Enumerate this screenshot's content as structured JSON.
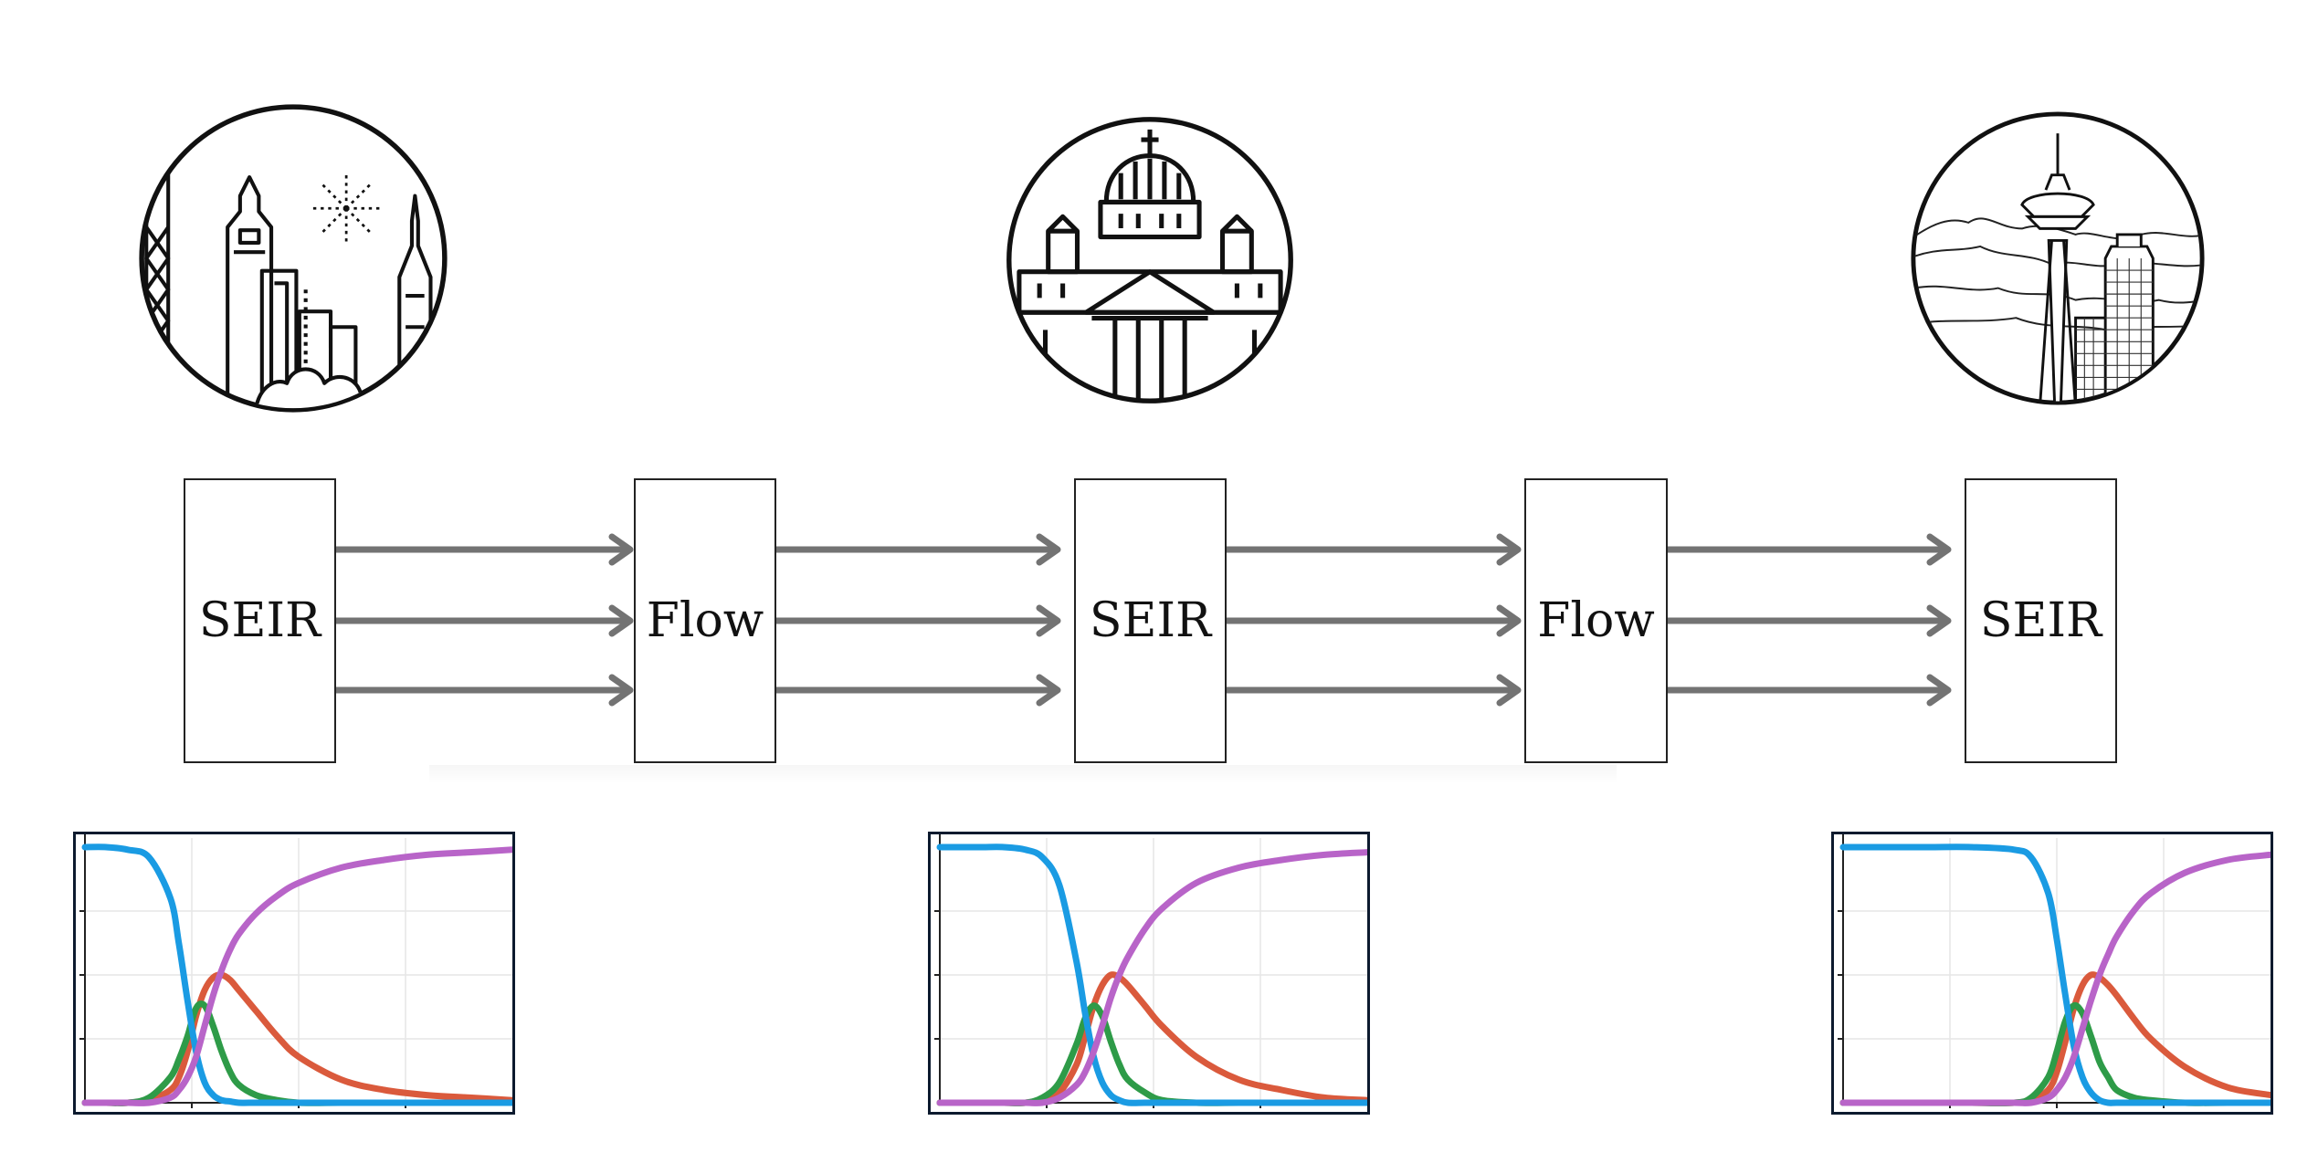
{
  "nodes": [
    {
      "id": "seir-1",
      "label": "SEIR"
    },
    {
      "id": "flow-1",
      "label": "Flow"
    },
    {
      "id": "seir-2",
      "label": "SEIR"
    },
    {
      "id": "flow-2",
      "label": "Flow"
    },
    {
      "id": "seir-3",
      "label": "SEIR"
    }
  ],
  "cities": [
    {
      "icon": "hong-kong-skyline-icon"
    },
    {
      "icon": "cathedral-dome-icon"
    },
    {
      "icon": "seattle-space-needle-icon"
    }
  ],
  "colors": {
    "arrow": "#737373",
    "plot_frame": "#0c1a2e",
    "susceptible": "#1a9be3",
    "exposed": "#2e9b48",
    "infected": "#da5a3c",
    "recovered": "#b864c8"
  },
  "chart_data": [
    {
      "type": "line",
      "x": [
        0,
        5,
        10,
        15,
        20,
        22,
        24,
        26,
        28,
        30,
        32,
        34,
        36,
        40,
        45,
        50,
        60,
        70,
        80,
        90,
        100
      ],
      "series": [
        {
          "values": [
            1.0,
            1.0,
            0.99,
            0.96,
            0.8,
            0.62,
            0.4,
            0.2,
            0.08,
            0.03,
            0.01,
            0.005,
            0.0,
            0.0,
            0.0,
            0.0,
            0.0,
            0.0,
            0.0,
            0.0,
            0.0
          ],
          "color": "#1a9be3"
        },
        {
          "values": [
            0.0,
            0.0,
            0.0,
            0.02,
            0.1,
            0.17,
            0.26,
            0.37,
            0.38,
            0.3,
            0.2,
            0.12,
            0.07,
            0.03,
            0.01,
            0.0,
            0.0,
            0.0,
            0.0,
            0.0,
            0.0
          ],
          "color": "#2e9b48"
        },
        {
          "values": [
            0.0,
            0.0,
            0.0,
            0.01,
            0.05,
            0.1,
            0.2,
            0.34,
            0.44,
            0.49,
            0.5,
            0.48,
            0.44,
            0.36,
            0.26,
            0.18,
            0.09,
            0.05,
            0.03,
            0.02,
            0.01
          ],
          "color": "#da5a3c"
        },
        {
          "values": [
            0.0,
            0.0,
            0.0,
            0.0,
            0.02,
            0.05,
            0.1,
            0.18,
            0.3,
            0.42,
            0.52,
            0.6,
            0.66,
            0.74,
            0.81,
            0.86,
            0.92,
            0.95,
            0.97,
            0.98,
            0.99
          ],
          "color": "#b864c8"
        }
      ],
      "ylim": [
        0,
        1
      ],
      "xlim": [
        0,
        100
      ],
      "grid": true
    },
    {
      "type": "line",
      "x": [
        0,
        5,
        10,
        15,
        20,
        24,
        28,
        32,
        34,
        36,
        38,
        40,
        42,
        44,
        48,
        52,
        60,
        70,
        80,
        90,
        100
      ],
      "series": [
        {
          "values": [
            1.0,
            1.0,
            1.0,
            1.0,
            0.99,
            0.96,
            0.85,
            0.55,
            0.35,
            0.18,
            0.08,
            0.03,
            0.01,
            0.0,
            0.0,
            0.0,
            0.0,
            0.0,
            0.0,
            0.0,
            0.0
          ],
          "color": "#1a9be3"
        },
        {
          "values": [
            0.0,
            0.0,
            0.0,
            0.0,
            0.0,
            0.02,
            0.08,
            0.23,
            0.33,
            0.38,
            0.34,
            0.24,
            0.15,
            0.09,
            0.04,
            0.01,
            0.0,
            0.0,
            0.0,
            0.0,
            0.0
          ],
          "color": "#2e9b48"
        },
        {
          "values": [
            0.0,
            0.0,
            0.0,
            0.0,
            0.0,
            0.01,
            0.04,
            0.15,
            0.26,
            0.38,
            0.46,
            0.5,
            0.49,
            0.46,
            0.38,
            0.3,
            0.18,
            0.09,
            0.05,
            0.02,
            0.01
          ],
          "color": "#da5a3c"
        },
        {
          "values": [
            0.0,
            0.0,
            0.0,
            0.0,
            0.0,
            0.0,
            0.02,
            0.07,
            0.12,
            0.2,
            0.3,
            0.41,
            0.5,
            0.57,
            0.68,
            0.76,
            0.86,
            0.92,
            0.95,
            0.97,
            0.98
          ],
          "color": "#b864c8"
        }
      ],
      "ylim": [
        0,
        1
      ],
      "xlim": [
        0,
        100
      ],
      "grid": true
    },
    {
      "type": "line",
      "x": [
        0,
        10,
        20,
        30,
        40,
        44,
        48,
        50,
        52,
        54,
        56,
        58,
        60,
        62,
        64,
        68,
        72,
        80,
        90,
        100
      ],
      "series": [
        {
          "values": [
            1.0,
            1.0,
            1.0,
            1.0,
            0.99,
            0.96,
            0.82,
            0.64,
            0.42,
            0.22,
            0.1,
            0.04,
            0.01,
            0.0,
            0.0,
            0.0,
            0.0,
            0.0,
            0.0,
            0.0
          ],
          "color": "#1a9be3"
        },
        {
          "values": [
            0.0,
            0.0,
            0.0,
            0.0,
            0.0,
            0.02,
            0.1,
            0.2,
            0.32,
            0.38,
            0.35,
            0.26,
            0.16,
            0.1,
            0.05,
            0.02,
            0.01,
            0.0,
            0.0,
            0.0
          ],
          "color": "#2e9b48"
        },
        {
          "values": [
            0.0,
            0.0,
            0.0,
            0.0,
            0.0,
            0.01,
            0.05,
            0.12,
            0.24,
            0.37,
            0.46,
            0.5,
            0.49,
            0.46,
            0.42,
            0.33,
            0.25,
            0.14,
            0.06,
            0.03
          ],
          "color": "#da5a3c"
        },
        {
          "values": [
            0.0,
            0.0,
            0.0,
            0.0,
            0.0,
            0.0,
            0.02,
            0.05,
            0.1,
            0.18,
            0.29,
            0.4,
            0.5,
            0.58,
            0.65,
            0.75,
            0.82,
            0.9,
            0.95,
            0.97
          ],
          "color": "#b864c8"
        }
      ],
      "ylim": [
        0,
        1
      ],
      "xlim": [
        0,
        100
      ],
      "grid": true
    }
  ]
}
